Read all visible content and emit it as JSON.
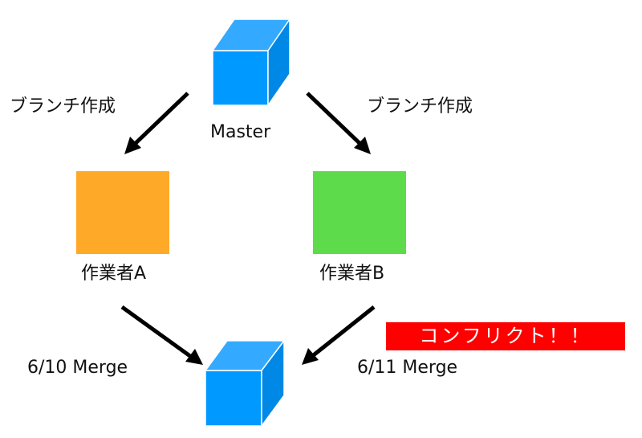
{
  "nodes": {
    "master": {
      "label": "Master"
    },
    "worker_a": {
      "label": "作業者A",
      "color": "#FFA928"
    },
    "worker_b": {
      "label": "作業者B",
      "color": "#5EDB4A"
    },
    "merged": {
      "label": ""
    }
  },
  "edges": {
    "branch_left": {
      "label": "ブランチ作成"
    },
    "branch_right": {
      "label": "ブランチ作成"
    },
    "merge_left": {
      "label": "6/10 Merge"
    },
    "merge_right": {
      "label": "6/11 Merge"
    }
  },
  "conflict": {
    "label": "コンフリクト！！",
    "color": "#FF0000"
  },
  "cube_colors": {
    "front": "#0099FF",
    "top": "#33AAFF",
    "side": "#0088E6",
    "edge": "#FFFFFF"
  }
}
